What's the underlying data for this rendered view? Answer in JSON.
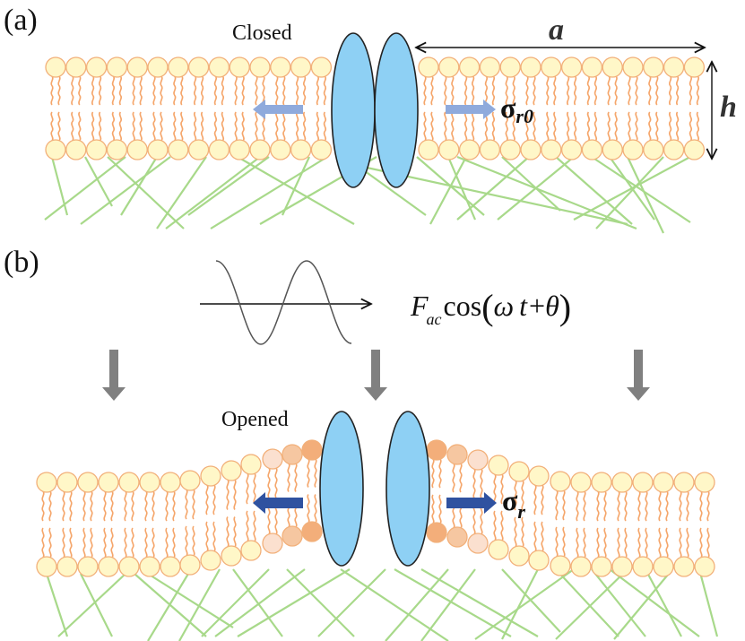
{
  "figure": {
    "panel_a": {
      "label": "(a)",
      "state_label": "Closed",
      "dimension_width_label": "a",
      "dimension_height_label": "h",
      "stress_label": "σ",
      "stress_subscript": "r0"
    },
    "panel_b": {
      "label": "(b)",
      "state_label": "Opened",
      "stress_label": "σ",
      "stress_subscript": "r",
      "force_formula": {
        "symbol": "F",
        "subscript": "ac",
        "function": "cos",
        "open_paren": "(",
        "omega": "ω",
        "t": "t",
        "plus": "+",
        "theta": "θ",
        "close_paren": ")"
      }
    }
  },
  "colors": {
    "lipid_head_fill": "#fff7c8",
    "lipid_head_stroke": "#f2b07a",
    "lipid_tail": "#f5a66b",
    "head_light": "#fbe0cf",
    "head_mid": "#f6c7a1",
    "head_dark": "#f3ae7a",
    "channel_fill": "#8ed0f4",
    "channel_stroke": "#222222",
    "cytoskeleton": "#a8d98a",
    "arrow_light_blue": "#8faadc",
    "arrow_dark_blue": "#2f52a0",
    "force_arrow_gray": "#808080"
  }
}
